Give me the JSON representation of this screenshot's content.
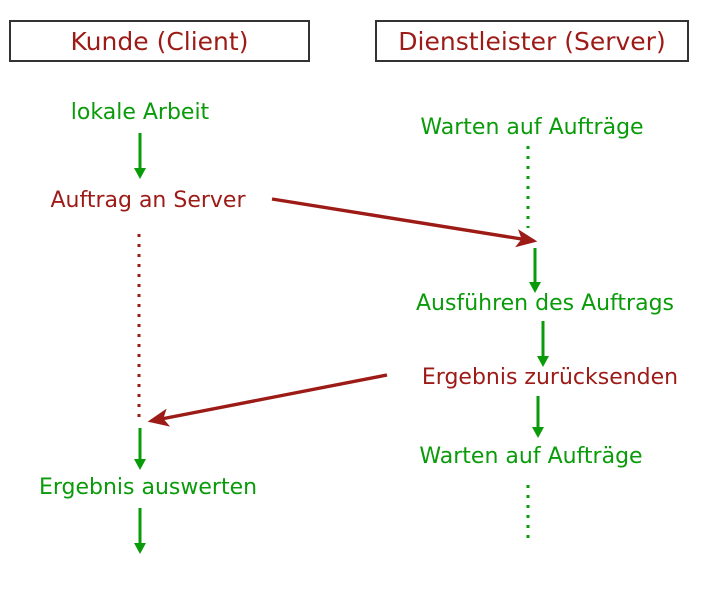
{
  "diagram": {
    "title_client": "Kunde (Client)",
    "title_server": "Dienstleister (Server)",
    "colors": {
      "green": "#0a9b0a",
      "dark_red": "#9d1b17",
      "box_border": "#333333",
      "background": "#ffffff"
    }
  },
  "lanes": [
    {
      "id": "client",
      "header": "Kunde (Client)",
      "steps": [
        {
          "label": "lokale Arbeit",
          "color": "green"
        },
        {
          "label": "Auftrag an Server",
          "color": "red"
        },
        {
          "label": "Ergebnis auswerten",
          "color": "green"
        }
      ]
    },
    {
      "id": "server",
      "header": "Dienstleister (Server)",
      "steps": [
        {
          "label": "Warten auf Aufträge",
          "color": "green"
        },
        {
          "label": "Ausführen des Auftrags",
          "color": "green"
        },
        {
          "label": "Ergebnis zurücksenden",
          "color": "red"
        },
        {
          "label": "Warten auf Aufträge",
          "color": "green"
        }
      ]
    }
  ],
  "messages": [
    {
      "id": "request",
      "from": "client",
      "to": "server",
      "color": "#9d1b17"
    },
    {
      "id": "response",
      "from": "server",
      "to": "client",
      "color": "#9d1b17"
    }
  ]
}
